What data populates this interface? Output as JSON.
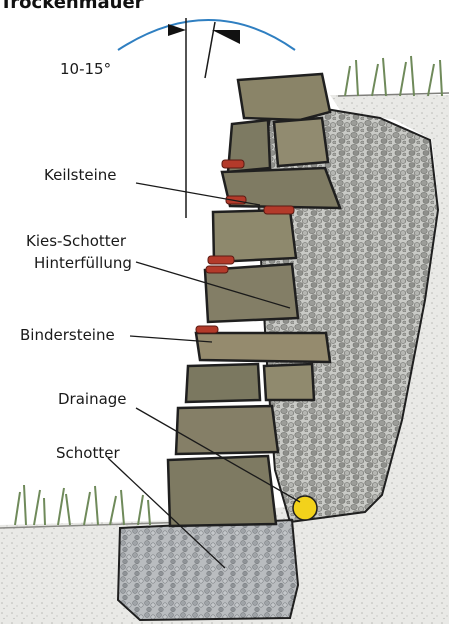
{
  "diagram": {
    "title": "Trockenmauer",
    "angle_label": "10-15°",
    "labels": {
      "keilsteine": "Keilsteine",
      "kies_1": "Kies-Schotter",
      "kies_2": "Hinterfüllung",
      "bindersteine": "Bindersteine",
      "drainage": "Drainage",
      "schotter": "Schotter"
    }
  },
  "colors": {
    "angle_arc": "#2f7fc1",
    "stone": "#8a8468",
    "wedge": "#b33a2a",
    "gravel": "#a9aaa6",
    "drain_pipe": "#f2d21b",
    "grass": "#6f8a5a"
  }
}
